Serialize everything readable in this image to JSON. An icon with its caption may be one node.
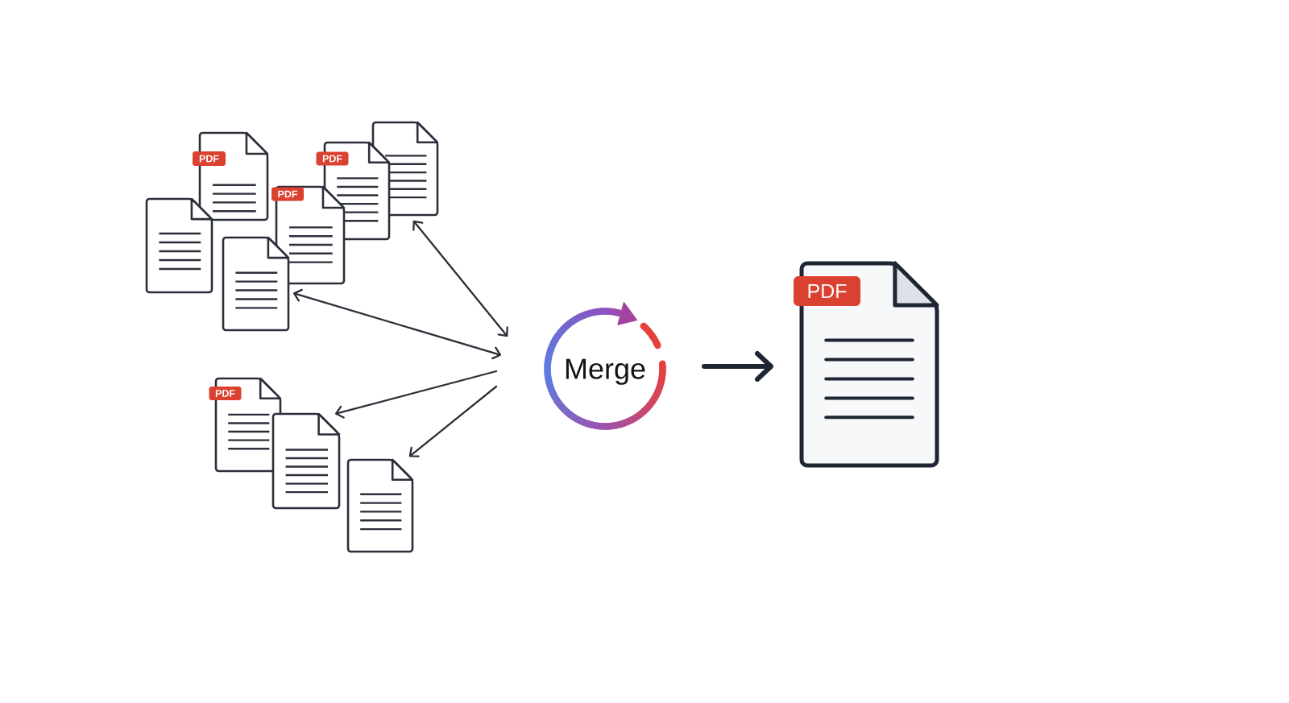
{
  "diagram": {
    "nodes": [
      {
        "text": [
          "PDF"
        ]
      },
      {
        "text": [],
        "shape": "document"
      },
      {
        "text": [
          "PDF"
        ]
      },
      {
        "text": [],
        "shape": "document"
      },
      {
        "text": [
          "PDF"
        ]
      },
      {
        "text": [],
        "shape": "document"
      },
      {
        "text": [
          "PDF"
        ]
      },
      {
        "text": [],
        "shape": "document"
      },
      {
        "text": [],
        "shape": "document"
      },
      {
        "text": [
          "Merge"
        ]
      },
      {
        "text": [
          "PDF"
        ]
      }
    ],
    "edges": [
      {
        "from": 5,
        "to": 9,
        "arrow": "both"
      },
      {
        "from": 3,
        "to": 9,
        "arrow": "both"
      },
      {
        "from": 9,
        "to": 7,
        "arrow": "to"
      },
      {
        "from": 9,
        "to": 8,
        "arrow": "to"
      },
      {
        "from": 9,
        "to": 10,
        "arrow": "to",
        "style": "thick"
      }
    ]
  }
}
